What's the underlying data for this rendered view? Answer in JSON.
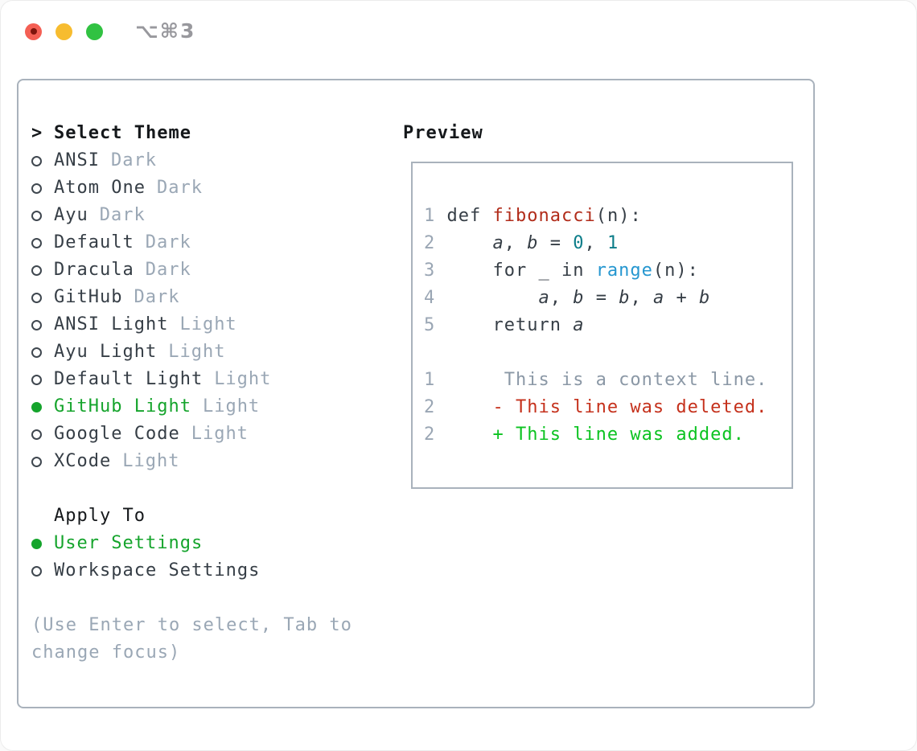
{
  "colors": {
    "border": "#a9b2bc",
    "text": "#363e46",
    "text_bold": "#15181b",
    "muted": "#9aa7b5",
    "green": "#15a42c",
    "diff_green": "#0cc321",
    "red": "#c5311c",
    "func_red": "#b12c1a",
    "blue": "#2697d0",
    "teal": "#0c7d89",
    "line_number": "#9aa6b4",
    "ctx": "#8b98a6",
    "shortcut": "#98989d",
    "light_red": "#f45f54",
    "light_red_dot": "#7f150d",
    "light_yellow": "#f7bc2f",
    "light_green": "#31c242"
  },
  "titlebar": {
    "shortcut": "⌥⌘3"
  },
  "theme_picker": {
    "prompt": ">",
    "title": "Select Theme",
    "items": [
      {
        "name": "ANSI",
        "variant": "Dark",
        "selected": false
      },
      {
        "name": "Atom One",
        "variant": "Dark",
        "selected": false
      },
      {
        "name": "Ayu",
        "variant": "Dark",
        "selected": false
      },
      {
        "name": "Default",
        "variant": "Dark",
        "selected": false
      },
      {
        "name": "Dracula",
        "variant": "Dark",
        "selected": false
      },
      {
        "name": "GitHub",
        "variant": "Dark",
        "selected": false
      },
      {
        "name": "ANSI Light",
        "variant": "Light",
        "selected": false
      },
      {
        "name": "Ayu Light",
        "variant": "Light",
        "selected": false
      },
      {
        "name": "Default Light",
        "variant": "Light",
        "selected": false
      },
      {
        "name": "GitHub Light",
        "variant": "Light",
        "selected": true
      },
      {
        "name": "Google Code",
        "variant": "Light",
        "selected": false
      },
      {
        "name": "XCode",
        "variant": "Light",
        "selected": false
      }
    ]
  },
  "apply_to": {
    "title": "Apply To",
    "options": [
      {
        "label": "User Settings",
        "selected": true
      },
      {
        "label": "Workspace Settings",
        "selected": false
      }
    ]
  },
  "hint": {
    "line1": "(Use Enter to select, Tab to",
    "line2": "change focus)"
  },
  "preview": {
    "title": "Preview",
    "code_lines": [
      [
        {
          "t": "1",
          "s": "ln"
        },
        {
          "t": " def ",
          "s": "pl"
        },
        {
          "t": "fibonacci",
          "s": "fn"
        },
        {
          "t": "(n):",
          "s": "pl"
        }
      ],
      [
        {
          "t": "2",
          "s": "ln"
        },
        {
          "t": "     ",
          "s": "pl"
        },
        {
          "t": "a",
          "s": "var"
        },
        {
          "t": ", ",
          "s": "pl"
        },
        {
          "t": "b",
          "s": "var"
        },
        {
          "t": " = ",
          "s": "pl"
        },
        {
          "t": "0",
          "s": "num"
        },
        {
          "t": ", ",
          "s": "pl"
        },
        {
          "t": "1",
          "s": "num"
        }
      ],
      [
        {
          "t": "3",
          "s": "ln"
        },
        {
          "t": "     for _ in ",
          "s": "pl"
        },
        {
          "t": "range",
          "s": "kw2"
        },
        {
          "t": "(n):",
          "s": "pl"
        }
      ],
      [
        {
          "t": "4",
          "s": "ln"
        },
        {
          "t": "         ",
          "s": "pl"
        },
        {
          "t": "a",
          "s": "var"
        },
        {
          "t": ", ",
          "s": "pl"
        },
        {
          "t": "b",
          "s": "var"
        },
        {
          "t": " = ",
          "s": "pl"
        },
        {
          "t": "b",
          "s": "var"
        },
        {
          "t": ", ",
          "s": "pl"
        },
        {
          "t": "a",
          "s": "var"
        },
        {
          "t": " + ",
          "s": "pl"
        },
        {
          "t": "b",
          "s": "var"
        }
      ],
      [
        {
          "t": "5",
          "s": "ln"
        },
        {
          "t": "     return ",
          "s": "pl"
        },
        {
          "t": "a",
          "s": "var"
        }
      ],
      [],
      [
        {
          "t": "1",
          "s": "ln"
        },
        {
          "t": "      This is a context line.",
          "s": "ctx"
        }
      ],
      [
        {
          "t": "2",
          "s": "ln"
        },
        {
          "t": "     - This line was deleted.",
          "s": "del"
        }
      ],
      [
        {
          "t": "2",
          "s": "ln"
        },
        {
          "t": "     + This line was added.",
          "s": "add"
        }
      ]
    ]
  }
}
